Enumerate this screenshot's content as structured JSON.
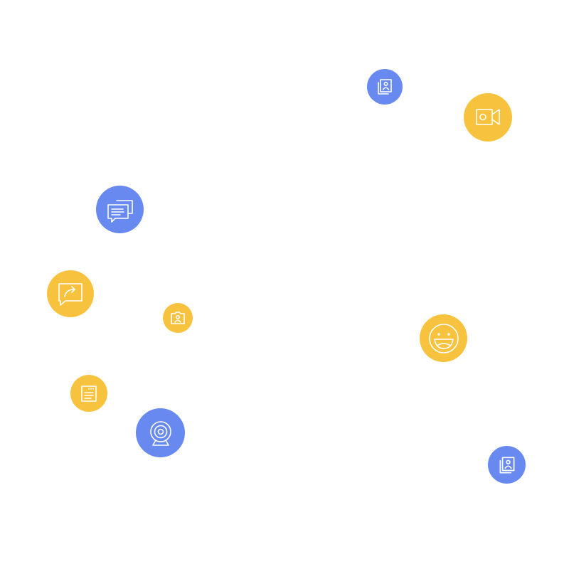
{
  "colors": {
    "blue": "#6889ef",
    "yellow": "#f7c23e",
    "background": "#ffffff"
  },
  "bubbles": [
    {
      "icon": "contact-book-icon",
      "color": "blue"
    },
    {
      "icon": "video-camera-icon",
      "color": "yellow"
    },
    {
      "icon": "chat-bubbles-icon",
      "color": "blue"
    },
    {
      "icon": "share-message-icon",
      "color": "yellow"
    },
    {
      "icon": "camera-icon",
      "color": "yellow"
    },
    {
      "icon": "smiley-icon",
      "color": "yellow"
    },
    {
      "icon": "notepad-icon",
      "color": "yellow"
    },
    {
      "icon": "webcam-icon",
      "color": "blue"
    },
    {
      "icon": "contact-book-icon",
      "color": "blue"
    }
  ]
}
